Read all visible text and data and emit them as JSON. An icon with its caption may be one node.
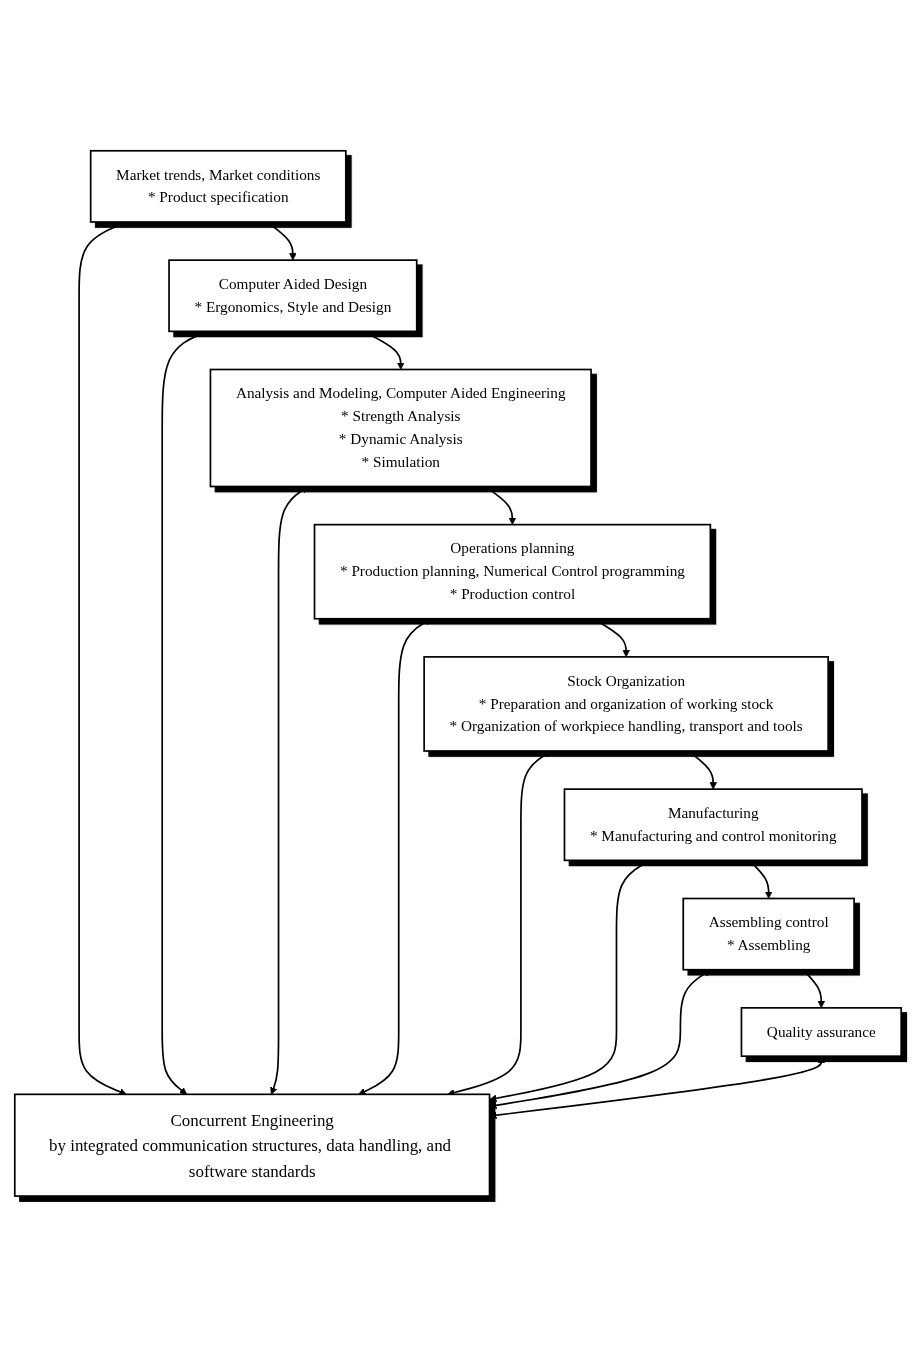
{
  "diagram": {
    "nodes": [
      {
        "text": [
          "Market trends, Market conditions",
          "* Product specification"
        ]
      },
      {
        "text": [
          "Computer Aided Design",
          "* Ergonomics, Style and Design"
        ]
      },
      {
        "text": [
          "Analysis and Modeling, Computer Aided Engineering",
          "* Strength Analysis",
          "* Dynamic Analysis",
          "* Simulation"
        ]
      },
      {
        "text": [
          "Operations planning",
          "* Production planning, Numerical Control programming",
          "* Production control"
        ]
      },
      {
        "text": [
          "Stock Organization",
          "* Preparation and organization of working stock",
          "* Organization of workpiece handling, transport and tools"
        ]
      },
      {
        "text": [
          "Manufacturing",
          "* Manufacturing and control monitoring"
        ]
      },
      {
        "text": [
          "Assembling control",
          "* Assembling"
        ]
      },
      {
        "text": [
          "Quality assurance"
        ]
      },
      {
        "text": [
          "Concurrent Engineering",
          "by integrated communication structures, data handling, and software standards"
        ]
      }
    ],
    "edges": [
      {
        "from": 0,
        "to": 1,
        "arrow": "to"
      },
      {
        "from": 1,
        "to": 2,
        "arrow": "to"
      },
      {
        "from": 2,
        "to": 3,
        "arrow": "to"
      },
      {
        "from": 3,
        "to": 4,
        "arrow": "to"
      },
      {
        "from": 4,
        "to": 5,
        "arrow": "to"
      },
      {
        "from": 5,
        "to": 6,
        "arrow": "to"
      },
      {
        "from": 6,
        "to": 7,
        "arrow": "to"
      },
      {
        "from": 0,
        "to": 8,
        "arrow": "both"
      },
      {
        "from": 1,
        "to": 8,
        "arrow": "both"
      },
      {
        "from": 2,
        "to": 8,
        "arrow": "both"
      },
      {
        "from": 3,
        "to": 8,
        "arrow": "both"
      },
      {
        "from": 4,
        "to": 8,
        "arrow": "both"
      },
      {
        "from": 5,
        "to": 8,
        "arrow": "both"
      },
      {
        "from": 6,
        "to": 8,
        "arrow": "both"
      },
      {
        "from": 7,
        "to": 8,
        "arrow": "both"
      }
    ]
  }
}
